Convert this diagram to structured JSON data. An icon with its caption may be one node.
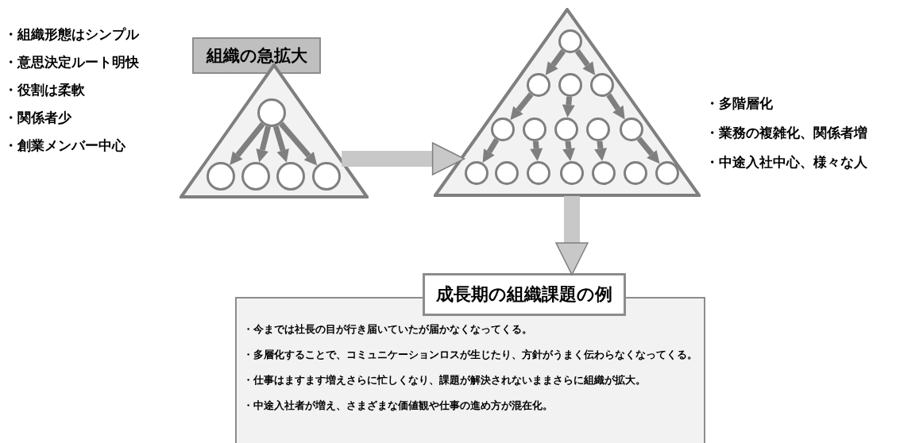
{
  "diagram": {
    "nodes": [
      {
        "text": [
          "組織の急拡大"
        ]
      },
      {
        "text": [],
        "shape": "triangle"
      },
      {
        "text": [],
        "shape": "circle",
        "in": 1
      },
      {
        "text": [],
        "shape": "circle",
        "in": 1
      },
      {
        "text": [],
        "shape": "circle",
        "in": 1
      },
      {
        "text": [],
        "shape": "circle",
        "in": 1
      },
      {
        "text": [],
        "shape": "circle",
        "in": 1
      },
      {
        "text": [],
        "shape": "triangle"
      },
      {
        "text": [],
        "shape": "circle",
        "in": 7
      },
      {
        "text": [],
        "shape": "circle",
        "in": 7
      },
      {
        "text": [],
        "shape": "circle",
        "in": 7
      },
      {
        "text": [],
        "shape": "circle",
        "in": 7
      },
      {
        "text": [],
        "shape": "circle",
        "in": 7
      },
      {
        "text": [],
        "shape": "circle",
        "in": 7
      },
      {
        "text": [],
        "shape": "circle",
        "in": 7
      },
      {
        "text": [],
        "shape": "circle",
        "in": 7
      },
      {
        "text": [],
        "shape": "circle",
        "in": 7
      },
      {
        "text": [],
        "shape": "circle",
        "in": 7
      },
      {
        "text": [],
        "shape": "circle",
        "in": 7
      },
      {
        "text": [],
        "shape": "circle",
        "in": 7
      },
      {
        "text": [],
        "shape": "circle",
        "in": 7
      },
      {
        "text": [],
        "shape": "circle",
        "in": 7
      },
      {
        "text": [],
        "shape": "circle",
        "in": 7
      },
      {
        "text": [],
        "shape": "circle",
        "in": 7
      },
      {
        "text": [
          "成長期の組織課題の例",
          "・今までは社長の目が行き届いていたが届かなくなってくる。",
          "・多層化することで、コミュニケーションロスが生じたり、方針がうまく伝わらなくなってくる。",
          "・仕事はますます増えさらに忙しくなり、課題が解決されないままさらに組織が拡大。",
          "・中途入社者が増え、さまざまな価値観や仕事の進め方が混在化。"
        ]
      }
    ],
    "edges": [
      {
        "from": 2,
        "to": 3,
        "arrow": "to"
      },
      {
        "from": 2,
        "to": 4,
        "arrow": "to"
      },
      {
        "from": 2,
        "to": 5,
        "arrow": "to"
      },
      {
        "from": 2,
        "to": 6,
        "arrow": "to"
      },
      {
        "from": 8,
        "to": 9,
        "arrow": "to"
      },
      {
        "from": 8,
        "to": 11,
        "arrow": "to"
      },
      {
        "from": 9,
        "to": 12,
        "arrow": "to"
      },
      {
        "from": 10,
        "to": 14,
        "arrow": "to"
      },
      {
        "from": 11,
        "to": 16,
        "arrow": "to"
      },
      {
        "from": 12,
        "to": 17,
        "arrow": "to"
      },
      {
        "from": 13,
        "to": 19,
        "arrow": "to"
      },
      {
        "from": 14,
        "to": 20,
        "arrow": "to"
      },
      {
        "from": 15,
        "to": 21,
        "arrow": "to"
      },
      {
        "from": 16,
        "to": 23,
        "arrow": "to"
      },
      {
        "from": 1,
        "to": 7,
        "arrow": "to",
        "style": "thick"
      },
      {
        "from": 7,
        "to": 24,
        "arrow": "to",
        "style": "thick"
      }
    ],
    "labels": [
      "・組織形態はシンプル",
      "・意思決定ルート明快",
      "・役割は柔軟",
      "・関係者少",
      "・創業メンバー中心",
      "・多階層化",
      "・業務の複雑化、関係者増",
      "・中途入社中心、様々な人"
    ]
  }
}
